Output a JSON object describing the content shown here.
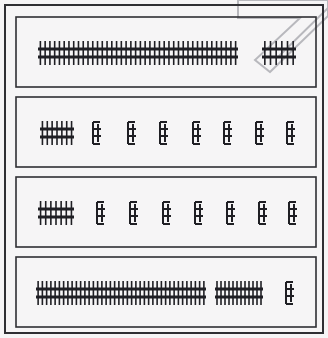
{
  "colors": {
    "paper": "#f6f5f6",
    "frame": "#2f2f33",
    "ink": "#1f1f24",
    "corner_mark": "#b8b8bd"
  },
  "rows": [
    {
      "id": "row-1",
      "segments": [
        {
          "type": "bundle",
          "strokes": 42
        },
        {
          "type": "bundle",
          "strokes": 6
        }
      ]
    },
    {
      "id": "row-2",
      "segments": [
        {
          "type": "bundle",
          "strokes": 7
        },
        {
          "type": "glyph"
        },
        {
          "type": "glyph"
        },
        {
          "type": "glyph"
        },
        {
          "type": "glyph"
        },
        {
          "type": "glyph"
        },
        {
          "type": "glyph"
        },
        {
          "type": "glyph"
        }
      ]
    },
    {
      "id": "row-3",
      "segments": [
        {
          "type": "bundle",
          "strokes": 7
        },
        {
          "type": "glyph"
        },
        {
          "type": "glyph"
        },
        {
          "type": "glyph"
        },
        {
          "type": "glyph"
        },
        {
          "type": "glyph"
        },
        {
          "type": "glyph"
        },
        {
          "type": "glyph"
        }
      ]
    },
    {
      "id": "row-4",
      "segments": [
        {
          "type": "bundle",
          "strokes": 40
        },
        {
          "type": "bundle",
          "strokes": 12
        },
        {
          "type": "glyph"
        }
      ]
    }
  ]
}
